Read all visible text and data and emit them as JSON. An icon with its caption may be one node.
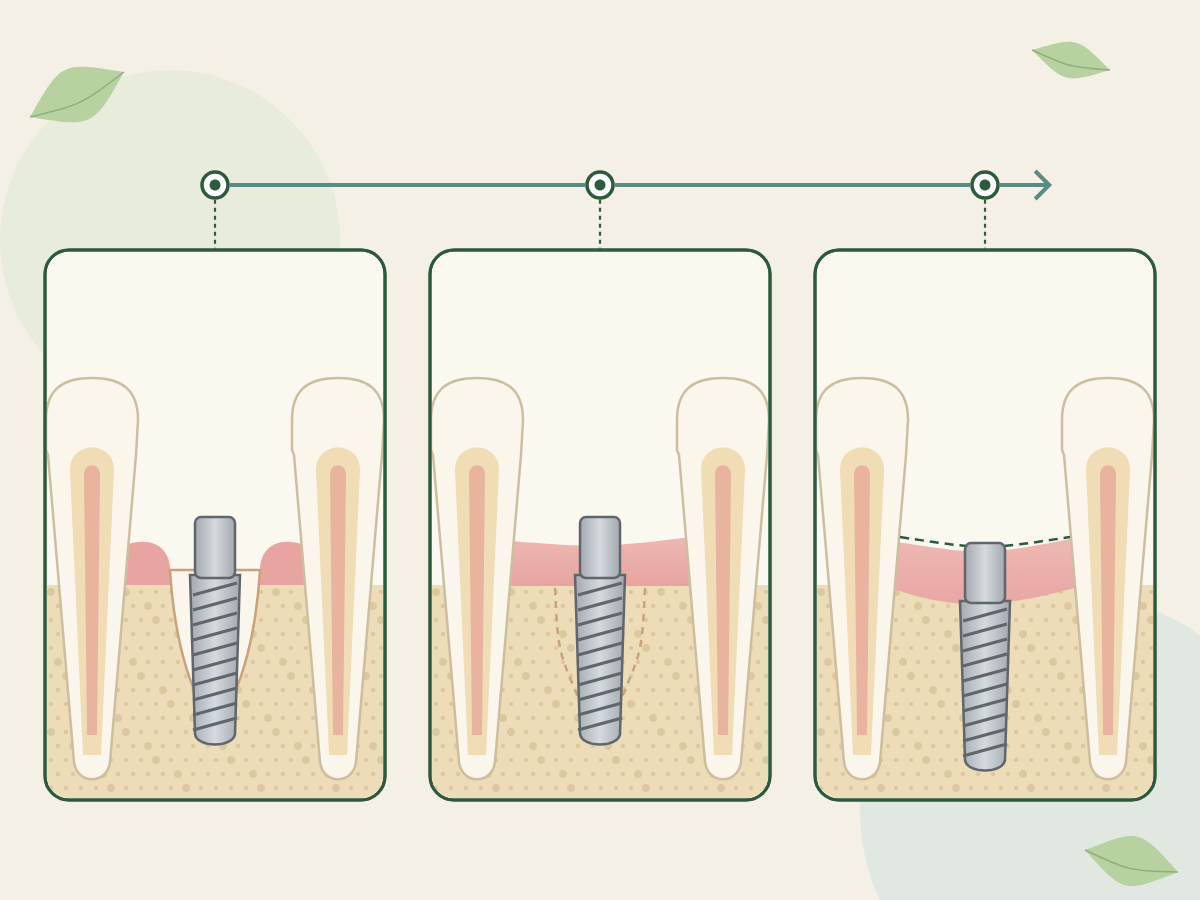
{
  "diagram": {
    "nodes": [
      {
        "text": [],
        "shape": "circle"
      },
      {
        "text": [],
        "shape": "circle"
      },
      {
        "text": [],
        "shape": "circle"
      },
      {
        "text": [],
        "shape": "picture"
      },
      {
        "text": [],
        "shape": "picture"
      },
      {
        "text": [],
        "shape": "picture"
      }
    ],
    "edges": [
      {
        "from": 0,
        "to": 1,
        "arrow": "none",
        "style": "thick"
      },
      {
        "from": 1,
        "to": 2,
        "arrow": "none",
        "style": "thick"
      },
      {
        "from": 2,
        "to": null,
        "arrow": "to",
        "style": "thick"
      },
      {
        "from": 0,
        "to": 3,
        "arrow": "none",
        "style": "dashed",
        "color": "#2d5a3d"
      },
      {
        "from": 1,
        "to": 4,
        "arrow": "none",
        "style": "dashed",
        "color": "#2d5a3d"
      },
      {
        "from": 2,
        "to": 5,
        "arrow": "none",
        "style": "dashed",
        "color": "#2d5a3d"
      }
    ]
  }
}
